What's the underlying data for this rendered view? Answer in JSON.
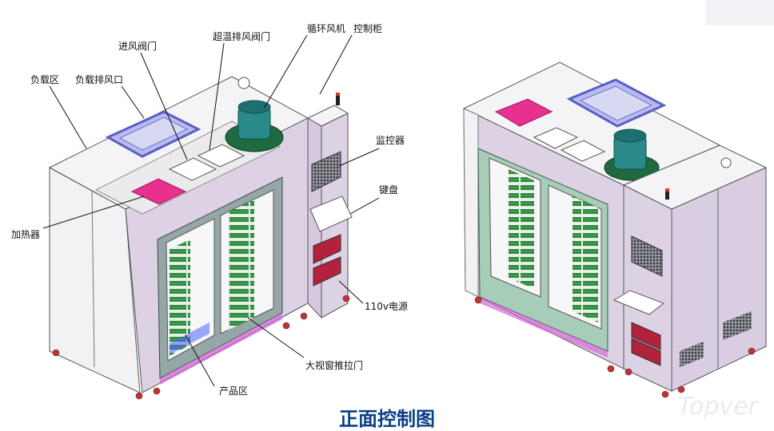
{
  "caption": "正面控制图",
  "watermark": "Topver",
  "labels": {
    "load_zone": "负载区",
    "load_exhaust": "负载排风口",
    "inlet_damper": "进风阀门",
    "overtemp_damper": "超温排风阀门",
    "circ_fan": "循环风机",
    "control_cabinet": "控制柜",
    "monitor": "监控器",
    "keyboard": "键盘",
    "heater": "加热器",
    "power_110v": "110v电源",
    "sliding_door": "大视窗推拉门",
    "product_zone": "产品区"
  },
  "colors": {
    "panel": "#ddd2e4",
    "panel_dark": "#c9bbd3",
    "top": "#f4f4f6",
    "door_frame_left": "#94a6a6",
    "door_frame_right": "#a7ccb7",
    "fan_base": "#1f6b3f",
    "fan_motor": "#2a8a8a",
    "heater": "#e8308e",
    "vent_blue": "#7f83d6",
    "rack_green": "#2f8a3c",
    "caption": "#0b3f86"
  }
}
